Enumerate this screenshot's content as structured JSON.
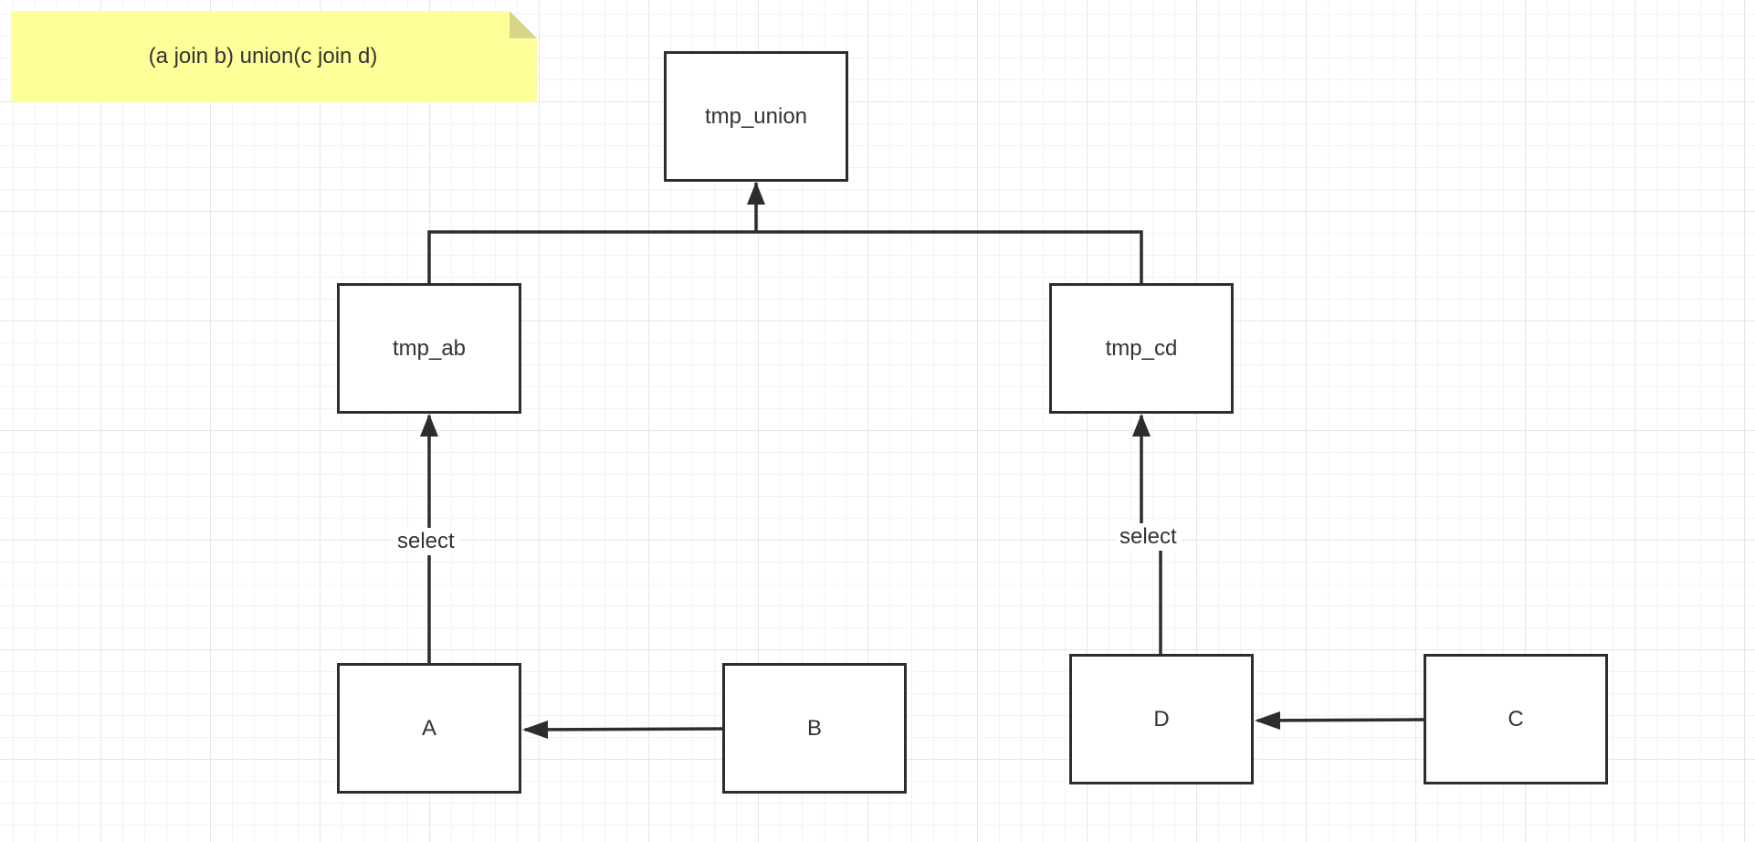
{
  "note": {
    "text": "(a join b) union(c join d)",
    "color": "#ffff99",
    "fold_color": "#d6d68a"
  },
  "nodes": {
    "tmp_union": "tmp_union",
    "tmp_ab": "tmp_ab",
    "tmp_cd": "tmp_cd",
    "a": "A",
    "b": "B",
    "c": "C",
    "d": "D"
  },
  "edges": {
    "a_to_tmp_ab_label": "select",
    "d_to_tmp_cd_label": "select"
  },
  "colors": {
    "stroke": "#2d2d2d",
    "text": "#333333",
    "grid_major": "#e6e6e6",
    "grid_minor": "#f3f3f3"
  }
}
